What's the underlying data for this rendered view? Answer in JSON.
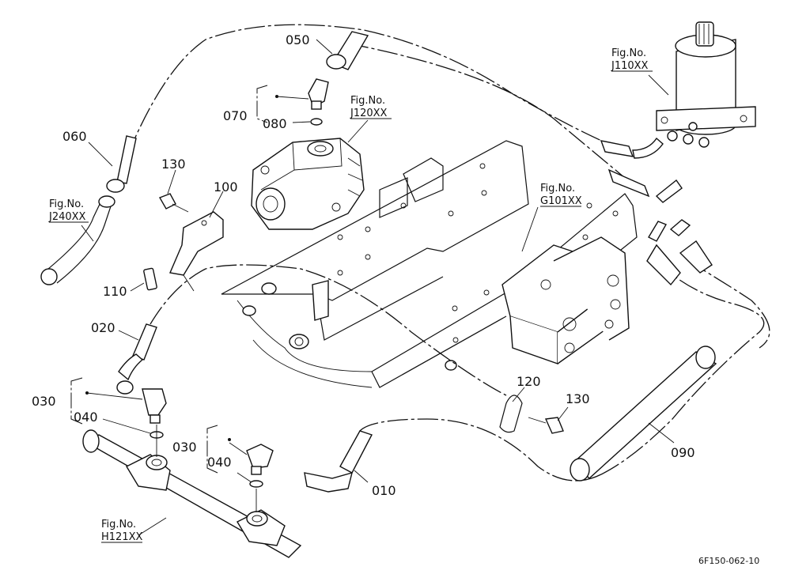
{
  "labels": {
    "p010": "010",
    "p020": "020",
    "p030a": "030",
    "p030b": "030",
    "p040a": "040",
    "p040b": "040",
    "p050": "050",
    "p060": "060",
    "p070": "070",
    "p080": "080",
    "p090": "090",
    "p100": "100",
    "p110": "110",
    "p120": "120",
    "p130a": "130",
    "p130b": "130"
  },
  "figrefs": {
    "j240": {
      "prefix": "Fig.No.",
      "code": "J240XX"
    },
    "j120": {
      "prefix": "Fig.No.",
      "code": "J120XX"
    },
    "j110": {
      "prefix": "Fig.No.",
      "code": "J110XX"
    },
    "g101": {
      "prefix": "Fig.No.",
      "code": "G101XX"
    },
    "h121": {
      "prefix": "Fig.No.",
      "code": "H121XX"
    }
  },
  "drawing_code": "6F150-062-10"
}
